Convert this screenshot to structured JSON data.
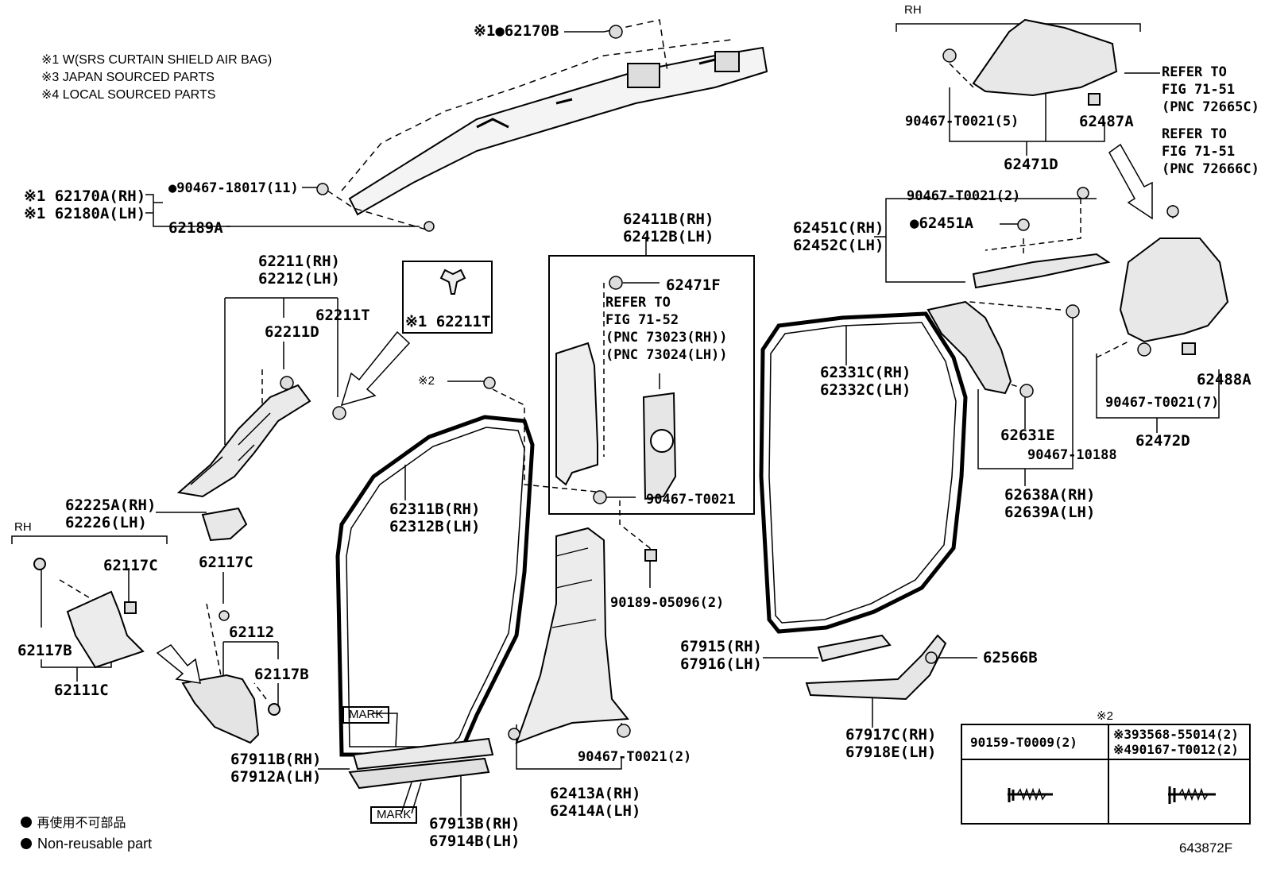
{
  "notes": {
    "n1": "※1 W(SRS CURTAIN SHIELD AIR BAG)",
    "n3": "※3 JAPAN SOURCED PARTS",
    "n4": "※4 LOCAL SOURCED PARTS"
  },
  "legend": {
    "jp": "再使用不可部品",
    "en": "Non-reusable part"
  },
  "figure_id": "643872F",
  "rh": "RH",
  "mark": "MARK",
  "labels": {
    "p62170B": "※1●62170B",
    "p62170A": "※1 62170A(RH)",
    "p62180A": "※1 62180A(LH)",
    "p90467_18017": "●90467-18017(11)",
    "p62189A": "62189A",
    "p62211": "62211(RH)",
    "p62212": "62212(LH)",
    "p62211T": "62211T",
    "p62211D": "62211D",
    "p62211T_box": "※1 62211T",
    "p62225A": "62225A(RH)",
    "p62226": "62226(LH)",
    "p62117C_a": "62117C",
    "p62117C_b": "62117C",
    "p62117B_a": "62117B",
    "p62117B_b": "62117B",
    "p62111C": "62111C",
    "p62112": "62112",
    "p67911B": "67911B(RH)",
    "p67912A": "67912A(LH)",
    "p67913B": "67913B(RH)",
    "p67914B": "67914B(LH)",
    "p62311B": "62311B(RH)",
    "p62312B": "62312B(LH)",
    "p_x2": "※2",
    "p62411B": "62411B(RH)",
    "p62412B": "62412B(LH)",
    "p62471F": "62471F",
    "p_ref52_1": "REFER TO",
    "p_ref52_2": "FIG 71-52",
    "p_ref52_3": "(PNC 73023(RH))",
    "p_ref52_4": "(PNC 73024(LH))",
    "p90467_T0021_a": "90467-T0021",
    "p90189": "90189-05096(2)",
    "p90467_T0021_2b": "90467-T0021(2)",
    "p62413A": "62413A(RH)",
    "p62414A": "62414A(LH)",
    "p62331C": "62331C(RH)",
    "p62332C": "62332C(LH)",
    "p67915": "67915(RH)",
    "p67916": "67916(LH)",
    "p62566B": "62566B",
    "p67917C": "67917C(RH)",
    "p67918E": "67918E(LH)",
    "p62631E": "62631E",
    "p90467_10188": "90467-10188",
    "p62638A": "62638A(RH)",
    "p62639A": "62639A(LH)",
    "p90467_T0021_2c": "90467-T0021(2)",
    "p62451C": "62451C(RH)",
    "p62452C": "62452C(LH)",
    "p62451A": "●62451A",
    "p90467_T0021_5": "90467-T0021(5)",
    "p62487A": "62487A",
    "p62471D": "62471D",
    "p_ref51a_1": "REFER TO",
    "p_ref51a_2": "FIG 71-51",
    "p_ref51a_3": "(PNC 72665C)",
    "p_ref51b_1": "REFER TO",
    "p_ref51b_2": "FIG 71-51",
    "p_ref51b_3": "(PNC 72666C)",
    "p62488A": "62488A",
    "p90467_T0021_7": "90467-T0021(7)",
    "p62472D": "62472D"
  },
  "table": {
    "title": "※2",
    "col1": "90159-T0009(2)",
    "col2a": "※393568-55014(2)",
    "col2b": "※490167-T0012(2)"
  }
}
